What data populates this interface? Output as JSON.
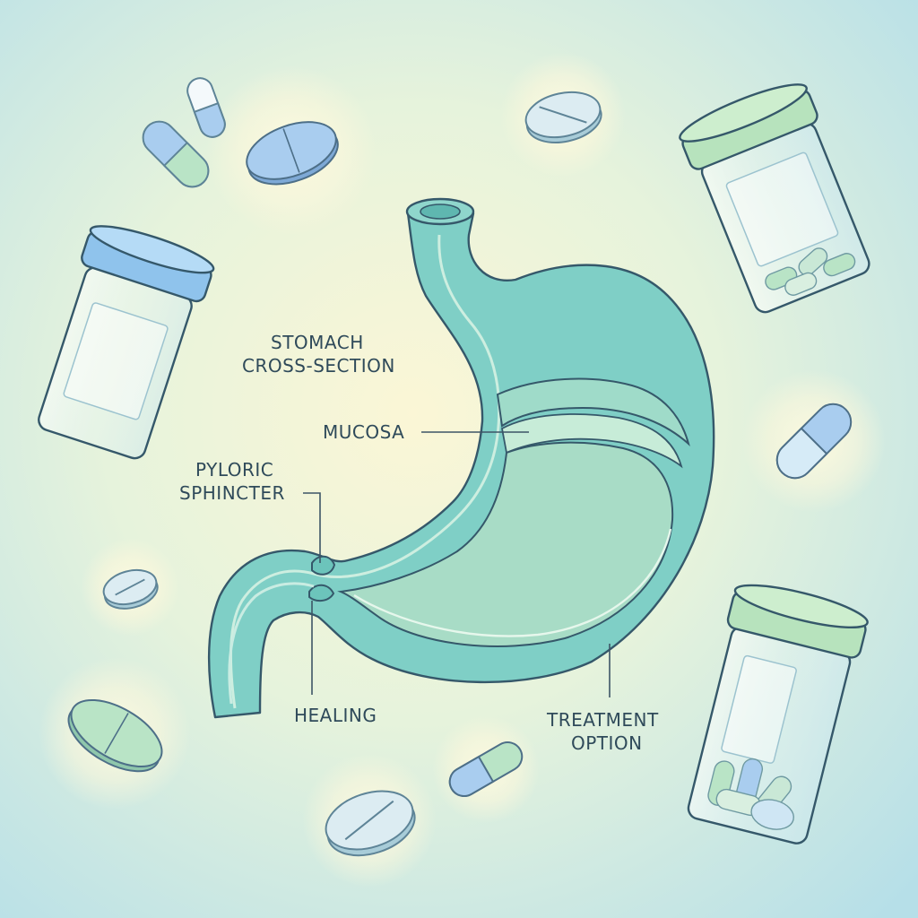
{
  "labels": {
    "title_line1": "STOMACH",
    "title_line2": "CROSS-SECTION",
    "mucosa": "MUCOSA",
    "pyloric_line1": "PYLORIC",
    "pyloric_line2": "SPHINCTER",
    "healing": "HEALING",
    "treatment_line1": "TREATMENT",
    "treatment_line2": "OPTION"
  },
  "colors": {
    "background_center": "#fbf6d8",
    "background_edge": "#b8e0e8",
    "stomach_wall": "#7ccfc6",
    "stomach_inner": "#a6dccb",
    "outline": "#35586a",
    "jar_lid_blue": "#8fc3ec",
    "jar_lid_green": "#b7e3bd",
    "pill_blue": "#a9cdef",
    "pill_green": "#b9e4c6"
  },
  "icons": {
    "stomach": "stomach-diagram",
    "jars": [
      "pill-jar-blue-lid",
      "pill-jar-green-lid-top",
      "pill-jar-green-lid-bottom"
    ],
    "pills": [
      "capsule",
      "tablet"
    ]
  }
}
